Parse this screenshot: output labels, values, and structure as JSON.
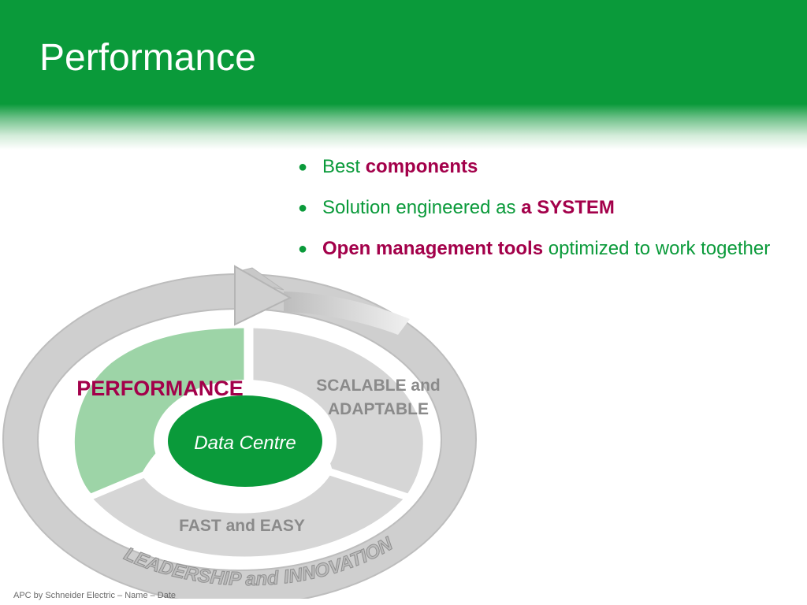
{
  "slide": {
    "title": "Performance",
    "footer": "APC by Schneider Electric – Name – Date"
  },
  "bullets": [
    {
      "pre": "Best ",
      "em": "components",
      "post": ""
    },
    {
      "pre": "Solution engineered as ",
      "em": "a SYSTEM",
      "post": ""
    },
    {
      "pre": "",
      "em": "Open management tools",
      "post": " optimized to work together"
    }
  ],
  "diagram": {
    "segments": {
      "performance": "PERFORMANCE",
      "scalable_line1": "SCALABLE and",
      "scalable_line2": "ADAPTABLE",
      "fast": "FAST and EASY"
    },
    "center": "Data Centre",
    "ring_text": "LEADERSHIP and INNOVATION"
  },
  "colors": {
    "brand_green": "#0a9a3a",
    "accent_magenta": "#a3004a",
    "segment_light_green": "#9dd4a7",
    "segment_gray": "#d6d6d6"
  }
}
